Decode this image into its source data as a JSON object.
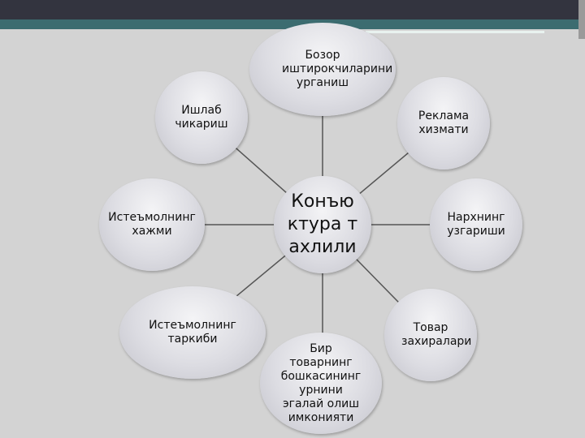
{
  "diagram": {
    "center": "Конъюктура тахлили",
    "nodes": [
      {
        "id": "market",
        "label": "Бозор иштирокчиларини урганиш"
      },
      {
        "id": "ad",
        "label": "Реклама хизмати"
      },
      {
        "id": "price",
        "label": "Нархнинг узгариши"
      },
      {
        "id": "stock",
        "label": "Товар захиралари"
      },
      {
        "id": "substitute",
        "label": "Бир товарнинг бошкасининг урнини эгалай олиш имконияти"
      },
      {
        "id": "structure",
        "label": "Истеъмолнинг таркиби"
      },
      {
        "id": "volume",
        "label": "Истеъмолнинг хажми"
      },
      {
        "id": "production",
        "label": "Ишлаб чикариш"
      }
    ]
  }
}
